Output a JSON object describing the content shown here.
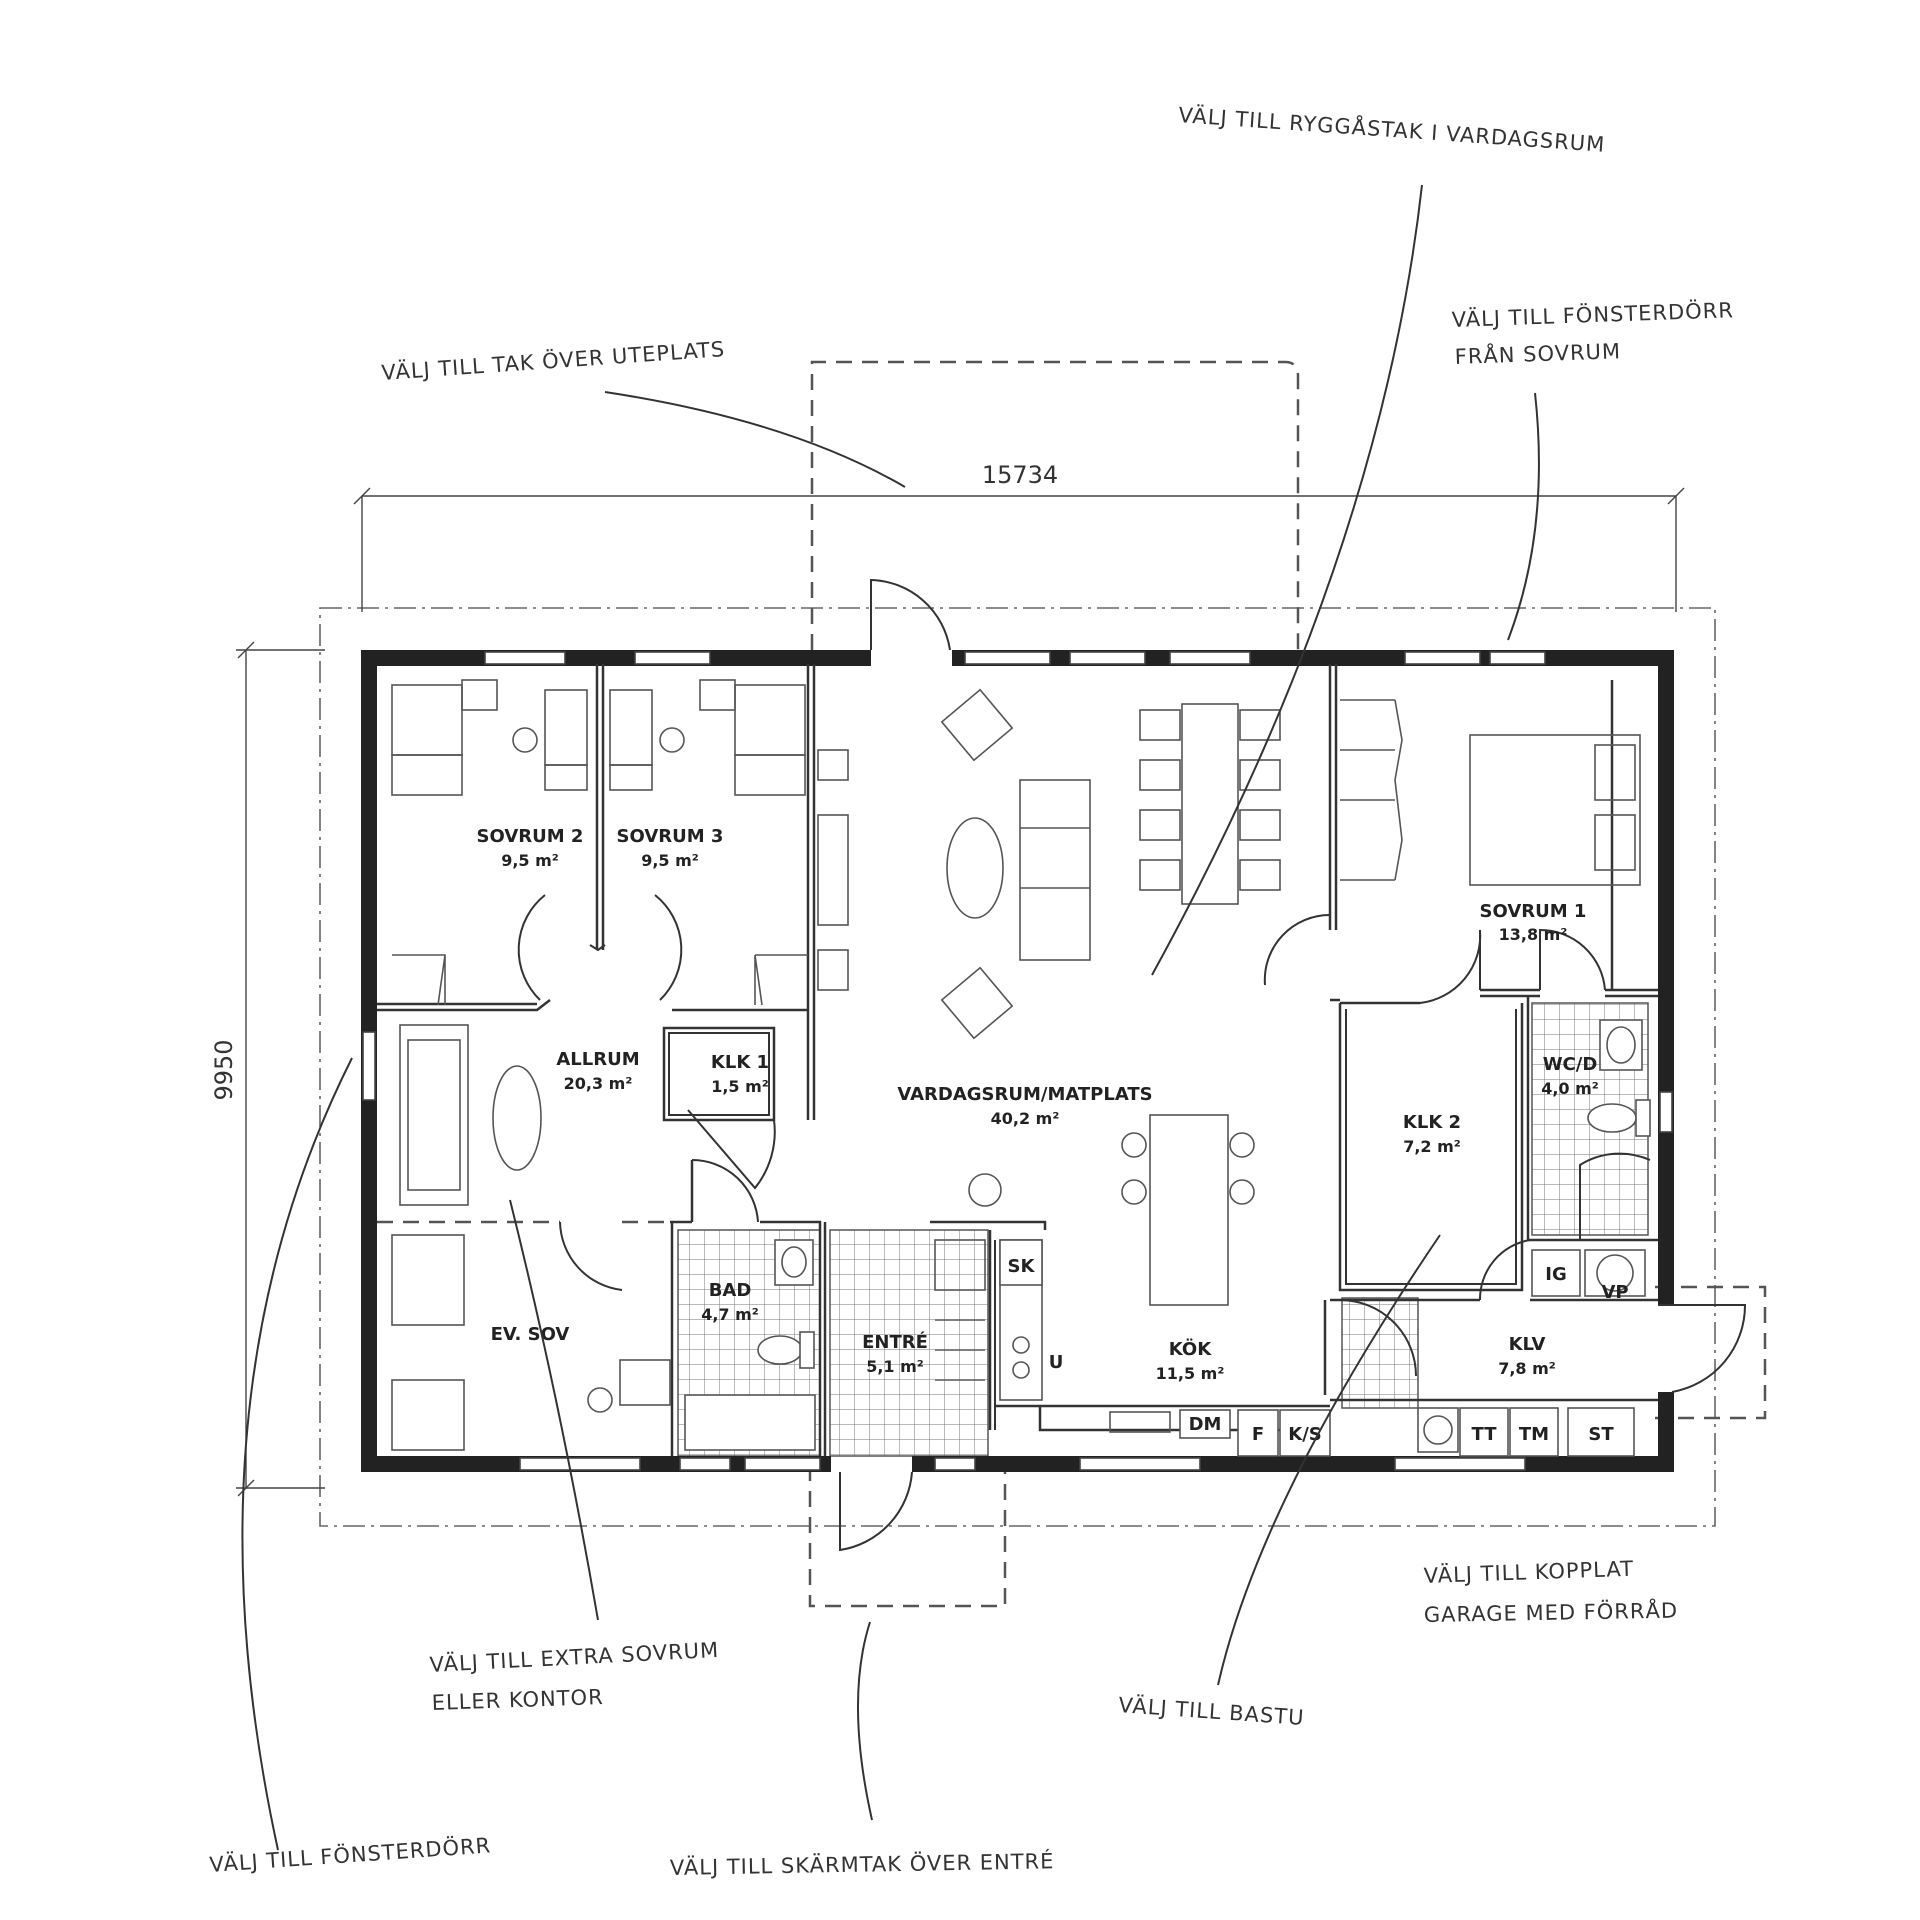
{
  "dimensions": {
    "width_label": "15734",
    "depth_label": "9950"
  },
  "rooms": [
    {
      "id": "sovrum2",
      "name": "SOVRUM 2",
      "area": "9,5 m²"
    },
    {
      "id": "sovrum3",
      "name": "SOVRUM 3",
      "area": "9,5 m²"
    },
    {
      "id": "allrum",
      "name": "ALLRUM",
      "area": "20,3 m²"
    },
    {
      "id": "klk1",
      "name": "KLK 1",
      "area": "1,5 m²"
    },
    {
      "id": "vardagsrum",
      "name": "VARDAGSRUM/MATPLATS",
      "area": "40,2 m²"
    },
    {
      "id": "sovrum1",
      "name": "SOVRUM 1",
      "area": "13,8 m²"
    },
    {
      "id": "wcd",
      "name": "WC/D",
      "area": "4,0 m²"
    },
    {
      "id": "klk2",
      "name": "KLK 2",
      "area": "7,2 m²"
    },
    {
      "id": "bad",
      "name": "BAD",
      "area": "4,7 m²"
    },
    {
      "id": "entre",
      "name": "ENTRÉ",
      "area": "5,1 m²"
    },
    {
      "id": "evsov",
      "name": "EV. SOV",
      "area": ""
    },
    {
      "id": "kok",
      "name": "KÖK",
      "area": "11,5 m²"
    },
    {
      "id": "klv",
      "name": "KLV",
      "area": "7,8 m²"
    }
  ],
  "fixtures": {
    "sk": "SK",
    "u": "U",
    "dm": "DM",
    "f": "F",
    "ks": "K/S",
    "tt": "TT",
    "tm": "TM",
    "st": "ST",
    "ig": "IG",
    "vp": "VP"
  },
  "annotations": {
    "ryggastak": "VÄLJ TILL RYGGÅSTAK I VARDAGSRUM",
    "fonsterdorr_sovrum_1": "VÄLJ TILL FÖNSTERDÖRR",
    "fonsterdorr_sovrum_2": "FRÅN SOVRUM",
    "tak_uteplats": "VÄLJ TILL TAK ÖVER UTEPLATS",
    "garage_1": "VÄLJ TILL KOPPLAT",
    "garage_2": "GARAGE MED FÖRRÅD",
    "extra_sovrum_1": "VÄLJ TILL EXTRA SOVRUM",
    "extra_sovrum_2": "ELLER KONTOR",
    "bastu": "VÄLJ TILL BASTU",
    "fonsterdorr": "VÄLJ TILL FÖNSTERDÖRR",
    "skarmtak": "VÄLJ TILL SKÄRMTAK ÖVER ENTRÉ"
  }
}
